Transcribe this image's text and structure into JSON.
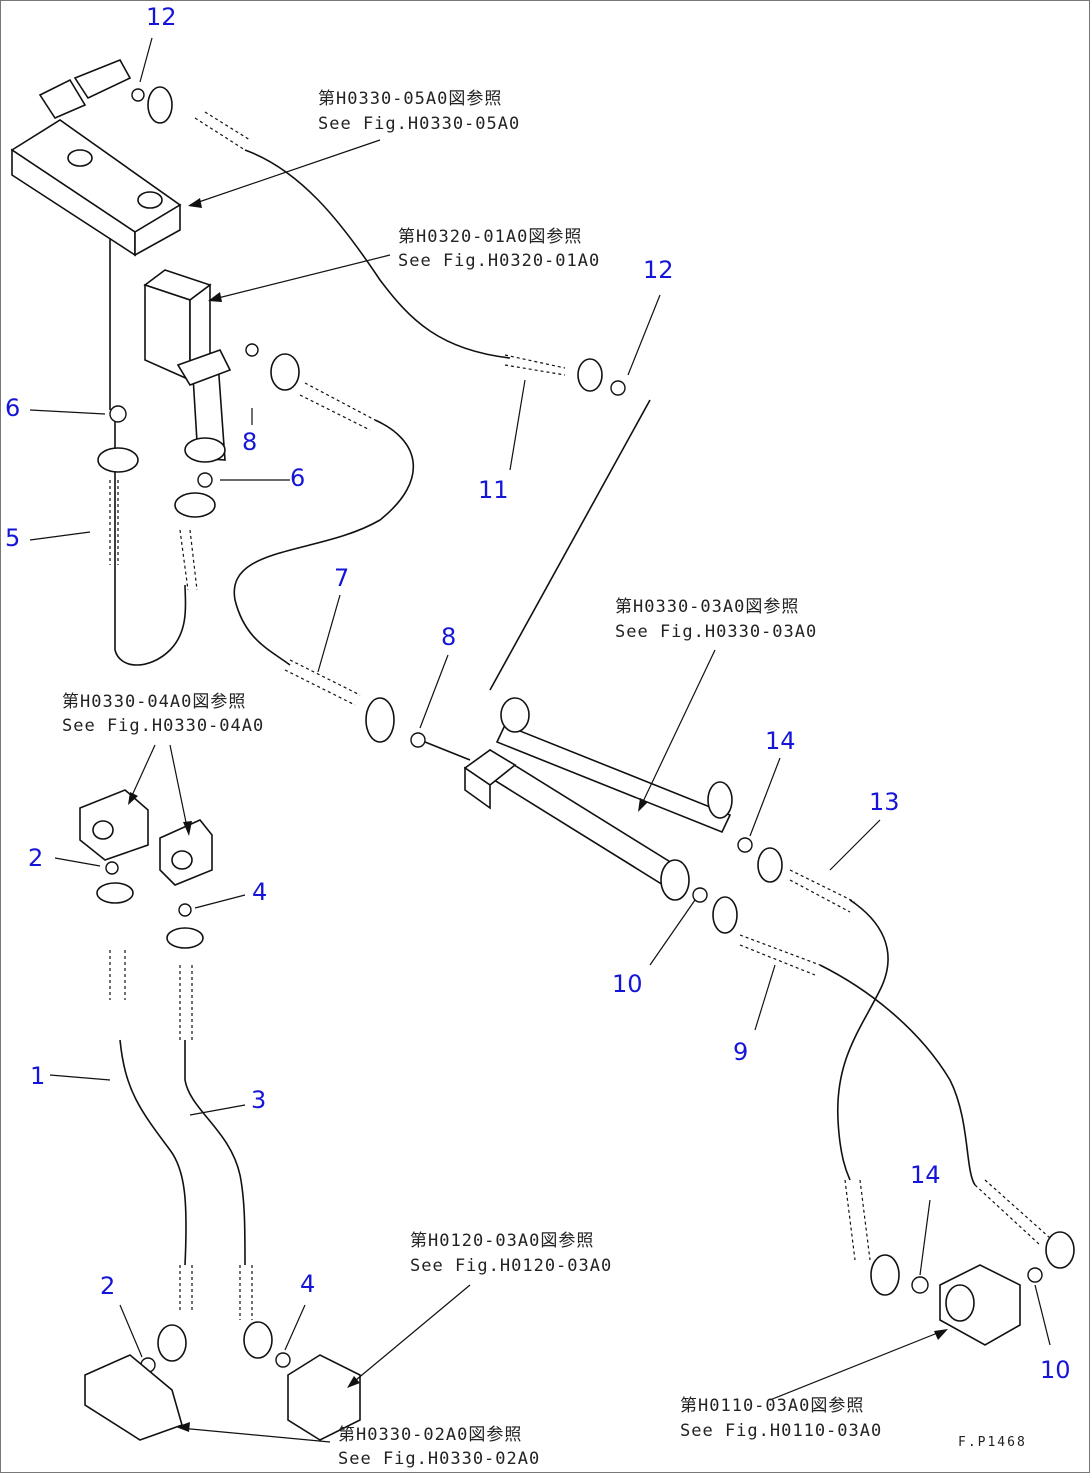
{
  "callouts": [
    {
      "id": "c12a",
      "text": "12"
    },
    {
      "id": "c12b",
      "text": "12"
    },
    {
      "id": "c6a",
      "text": "6"
    },
    {
      "id": "c8a",
      "text": "8"
    },
    {
      "id": "c6b",
      "text": "6"
    },
    {
      "id": "c11",
      "text": "11"
    },
    {
      "id": "c5",
      "text": "5"
    },
    {
      "id": "c7",
      "text": "7"
    },
    {
      "id": "c8b",
      "text": "8"
    },
    {
      "id": "c14a",
      "text": "14"
    },
    {
      "id": "c13",
      "text": "13"
    },
    {
      "id": "c2a",
      "text": "2"
    },
    {
      "id": "c4a",
      "text": "4"
    },
    {
      "id": "c10a",
      "text": "10"
    },
    {
      "id": "c9",
      "text": "9"
    },
    {
      "id": "c1",
      "text": "1"
    },
    {
      "id": "c3",
      "text": "3"
    },
    {
      "id": "c14b",
      "text": "14"
    },
    {
      "id": "c2b",
      "text": "2"
    },
    {
      "id": "c4b",
      "text": "4"
    },
    {
      "id": "c10b",
      "text": "10"
    }
  ],
  "references": [
    {
      "id": "r1",
      "line1": "第H0330-05A0図参照",
      "line2": "See Fig.H0330-05A0"
    },
    {
      "id": "r2",
      "line1": "第H0320-01A0図参照",
      "line2": "See Fig.H0320-01A0"
    },
    {
      "id": "r3",
      "line1": "第H0330-03A0図参照",
      "line2": "See Fig.H0330-03A0"
    },
    {
      "id": "r4",
      "line1": "第H0330-04A0図参照",
      "line2": "See Fig.H0330-04A0"
    },
    {
      "id": "r5",
      "line1": "第H0120-03A0図参照",
      "line2": "See Fig.H0120-03A0"
    },
    {
      "id": "r6",
      "line1": "第H0330-02A0図参照",
      "line2": "See Fig.H0330-02A0"
    },
    {
      "id": "r7",
      "line1": "第H0110-03A0図参照",
      "line2": "See Fig.H0110-03A0"
    }
  ],
  "drawing_code": "F.P1468"
}
